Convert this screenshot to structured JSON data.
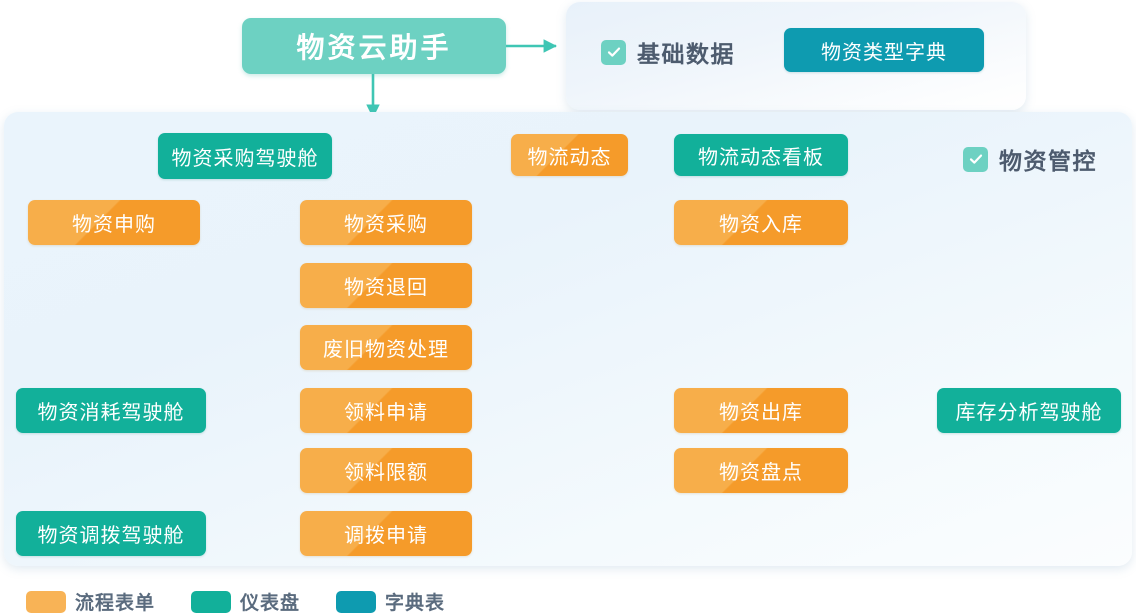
{
  "diagram": {
    "title_node": {
      "label": "物资云助手"
    },
    "basic_panel": {
      "checkbox_label": "基础数据",
      "items": [
        {
          "label": "物资类型字典",
          "type": "dict"
        }
      ]
    },
    "main_panel": {
      "checkbox_label": "物资管控"
    },
    "nodes": {
      "caigou_cockpit": {
        "label": "物资采购驾驶舱"
      },
      "shengou": {
        "label": "物资申购"
      },
      "caigou": {
        "label": "物资采购"
      },
      "tuihui": {
        "label": "物资退回"
      },
      "wuliu": {
        "label": "物流动态"
      },
      "wuliu_board": {
        "label": "物流动态看板"
      },
      "ruku": {
        "label": "物资入库"
      },
      "feijiu": {
        "label": "废旧物资处理"
      },
      "lingliao": {
        "label": "领料申请"
      },
      "lingliao_limit": {
        "label": "领料限额"
      },
      "xiaohao_cockpit": {
        "label": "物资消耗驾驶舱"
      },
      "chuku": {
        "label": "物资出库"
      },
      "pandian": {
        "label": "物资盘点"
      },
      "kucun_cockpit": {
        "label": "库存分析驾驶舱"
      },
      "diaobo": {
        "label": "调拨申请"
      },
      "diaobo_cockpit": {
        "label": "物资调拨驾驶舱"
      }
    },
    "legend": [
      {
        "label": "流程表单",
        "color": "#F8B356",
        "type": "form"
      },
      {
        "label": "仪表盘",
        "color": "#12B09A",
        "type": "dash"
      },
      {
        "label": "字典表",
        "color": "#0E9BB0",
        "type": "dict"
      }
    ],
    "colors": {
      "orange": "#F5A033",
      "orange_light": "#F7AE4A",
      "teal": "#12B09A",
      "teal_light": "#6DD1C2",
      "dict_blue": "#0E9BB0",
      "panel_bg": "#EAF4FC",
      "text_dark": "#4D5B6E"
    }
  }
}
